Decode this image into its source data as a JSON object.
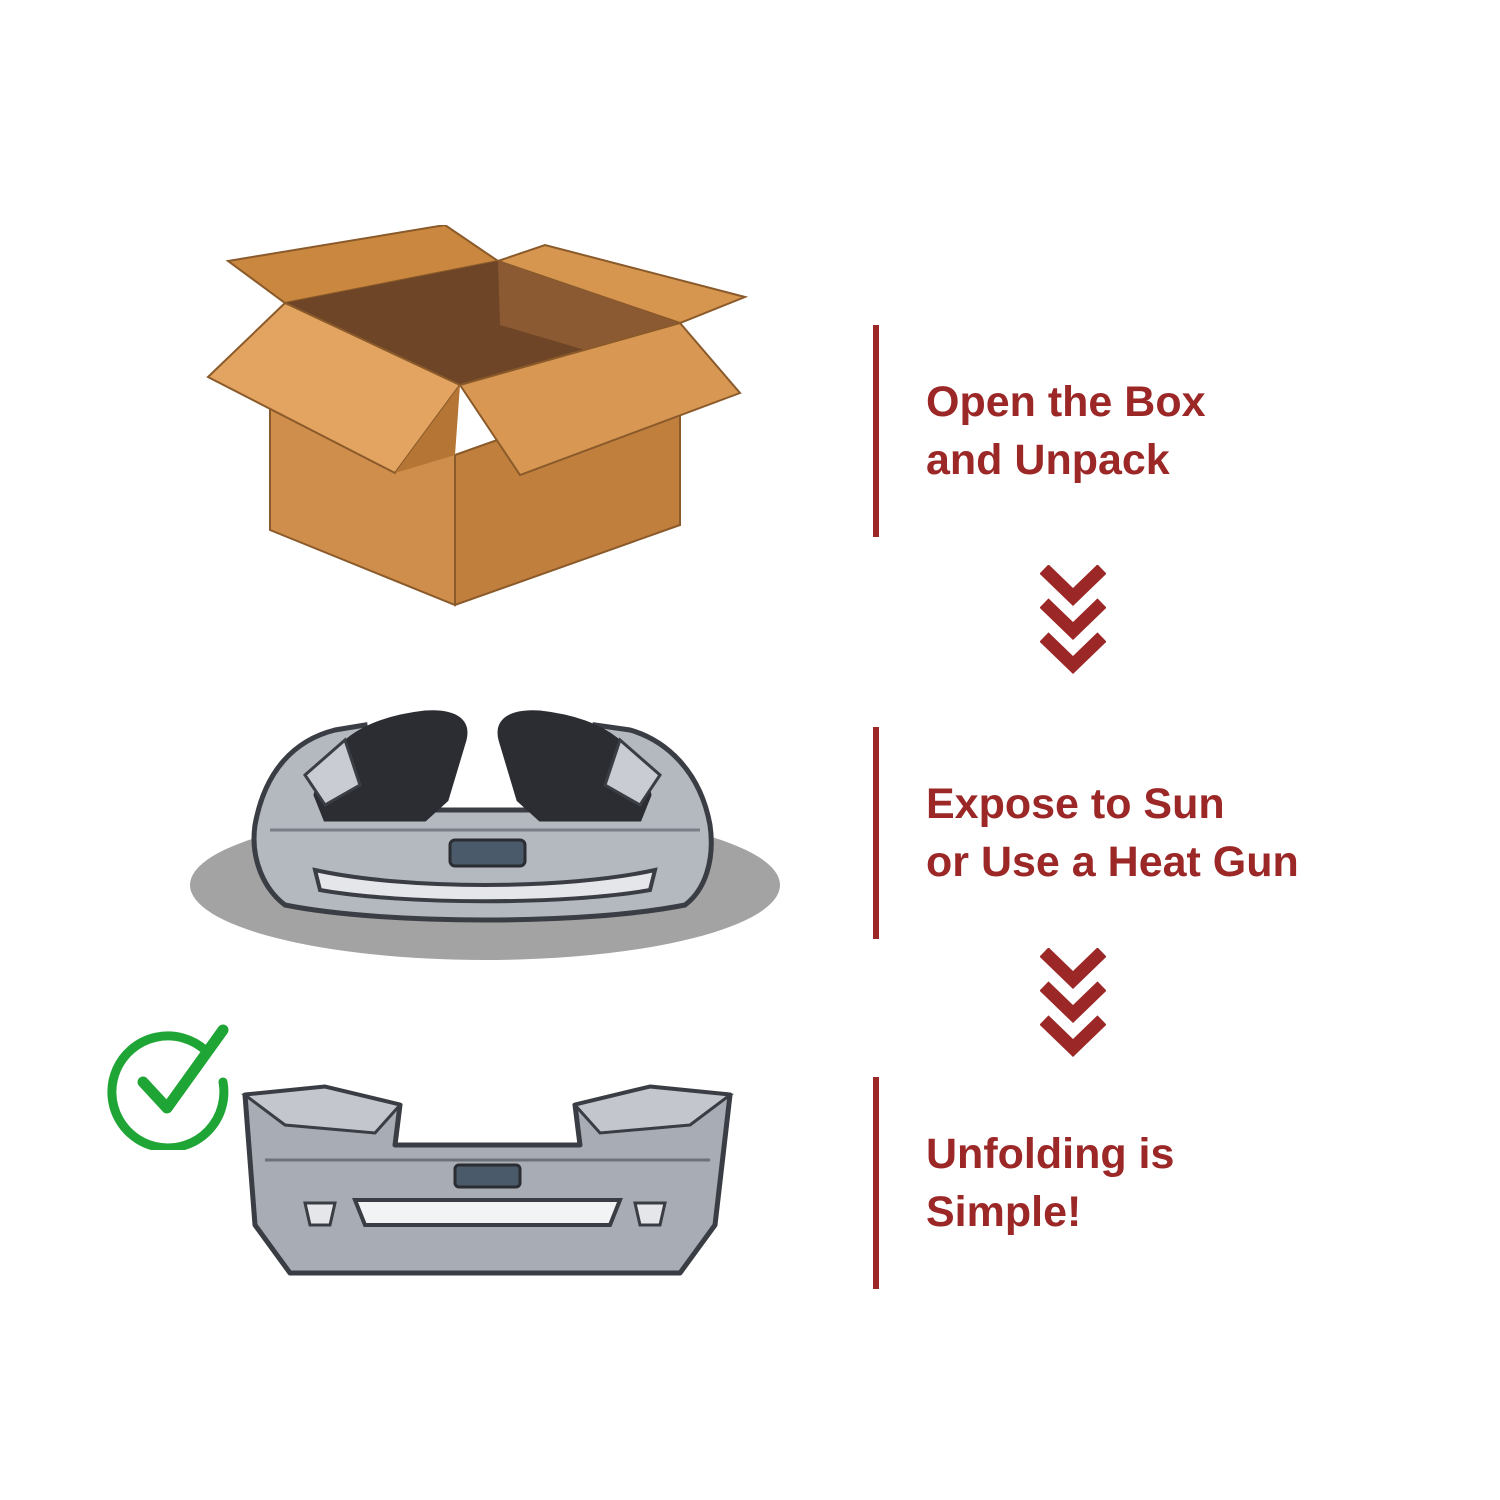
{
  "colors": {
    "accent": "#9b2727",
    "box_front": "#d08e4c",
    "box_side": "#b87638",
    "box_interior": "#6e4526",
    "bumper_body": "#a8adb5",
    "bumper_dark": "#3a3d44",
    "shadow": "#a3a3a3",
    "check": "#1fa535"
  },
  "icons": {
    "box": "open-cardboard-box-icon",
    "folded_bumper": "folded-bumper-icon",
    "unfolded_bumper": "unfolded-bumper-icon",
    "check": "check-circle-icon",
    "chevrons": "triple-chevron-down-icon"
  },
  "steps": [
    {
      "line1": "Open the Box",
      "line2": "and Unpack"
    },
    {
      "line1": "Expose to Sun",
      "line2": "or Use a Heat Gun"
    },
    {
      "line1": "Unfolding is",
      "line2": "Simple!"
    }
  ]
}
